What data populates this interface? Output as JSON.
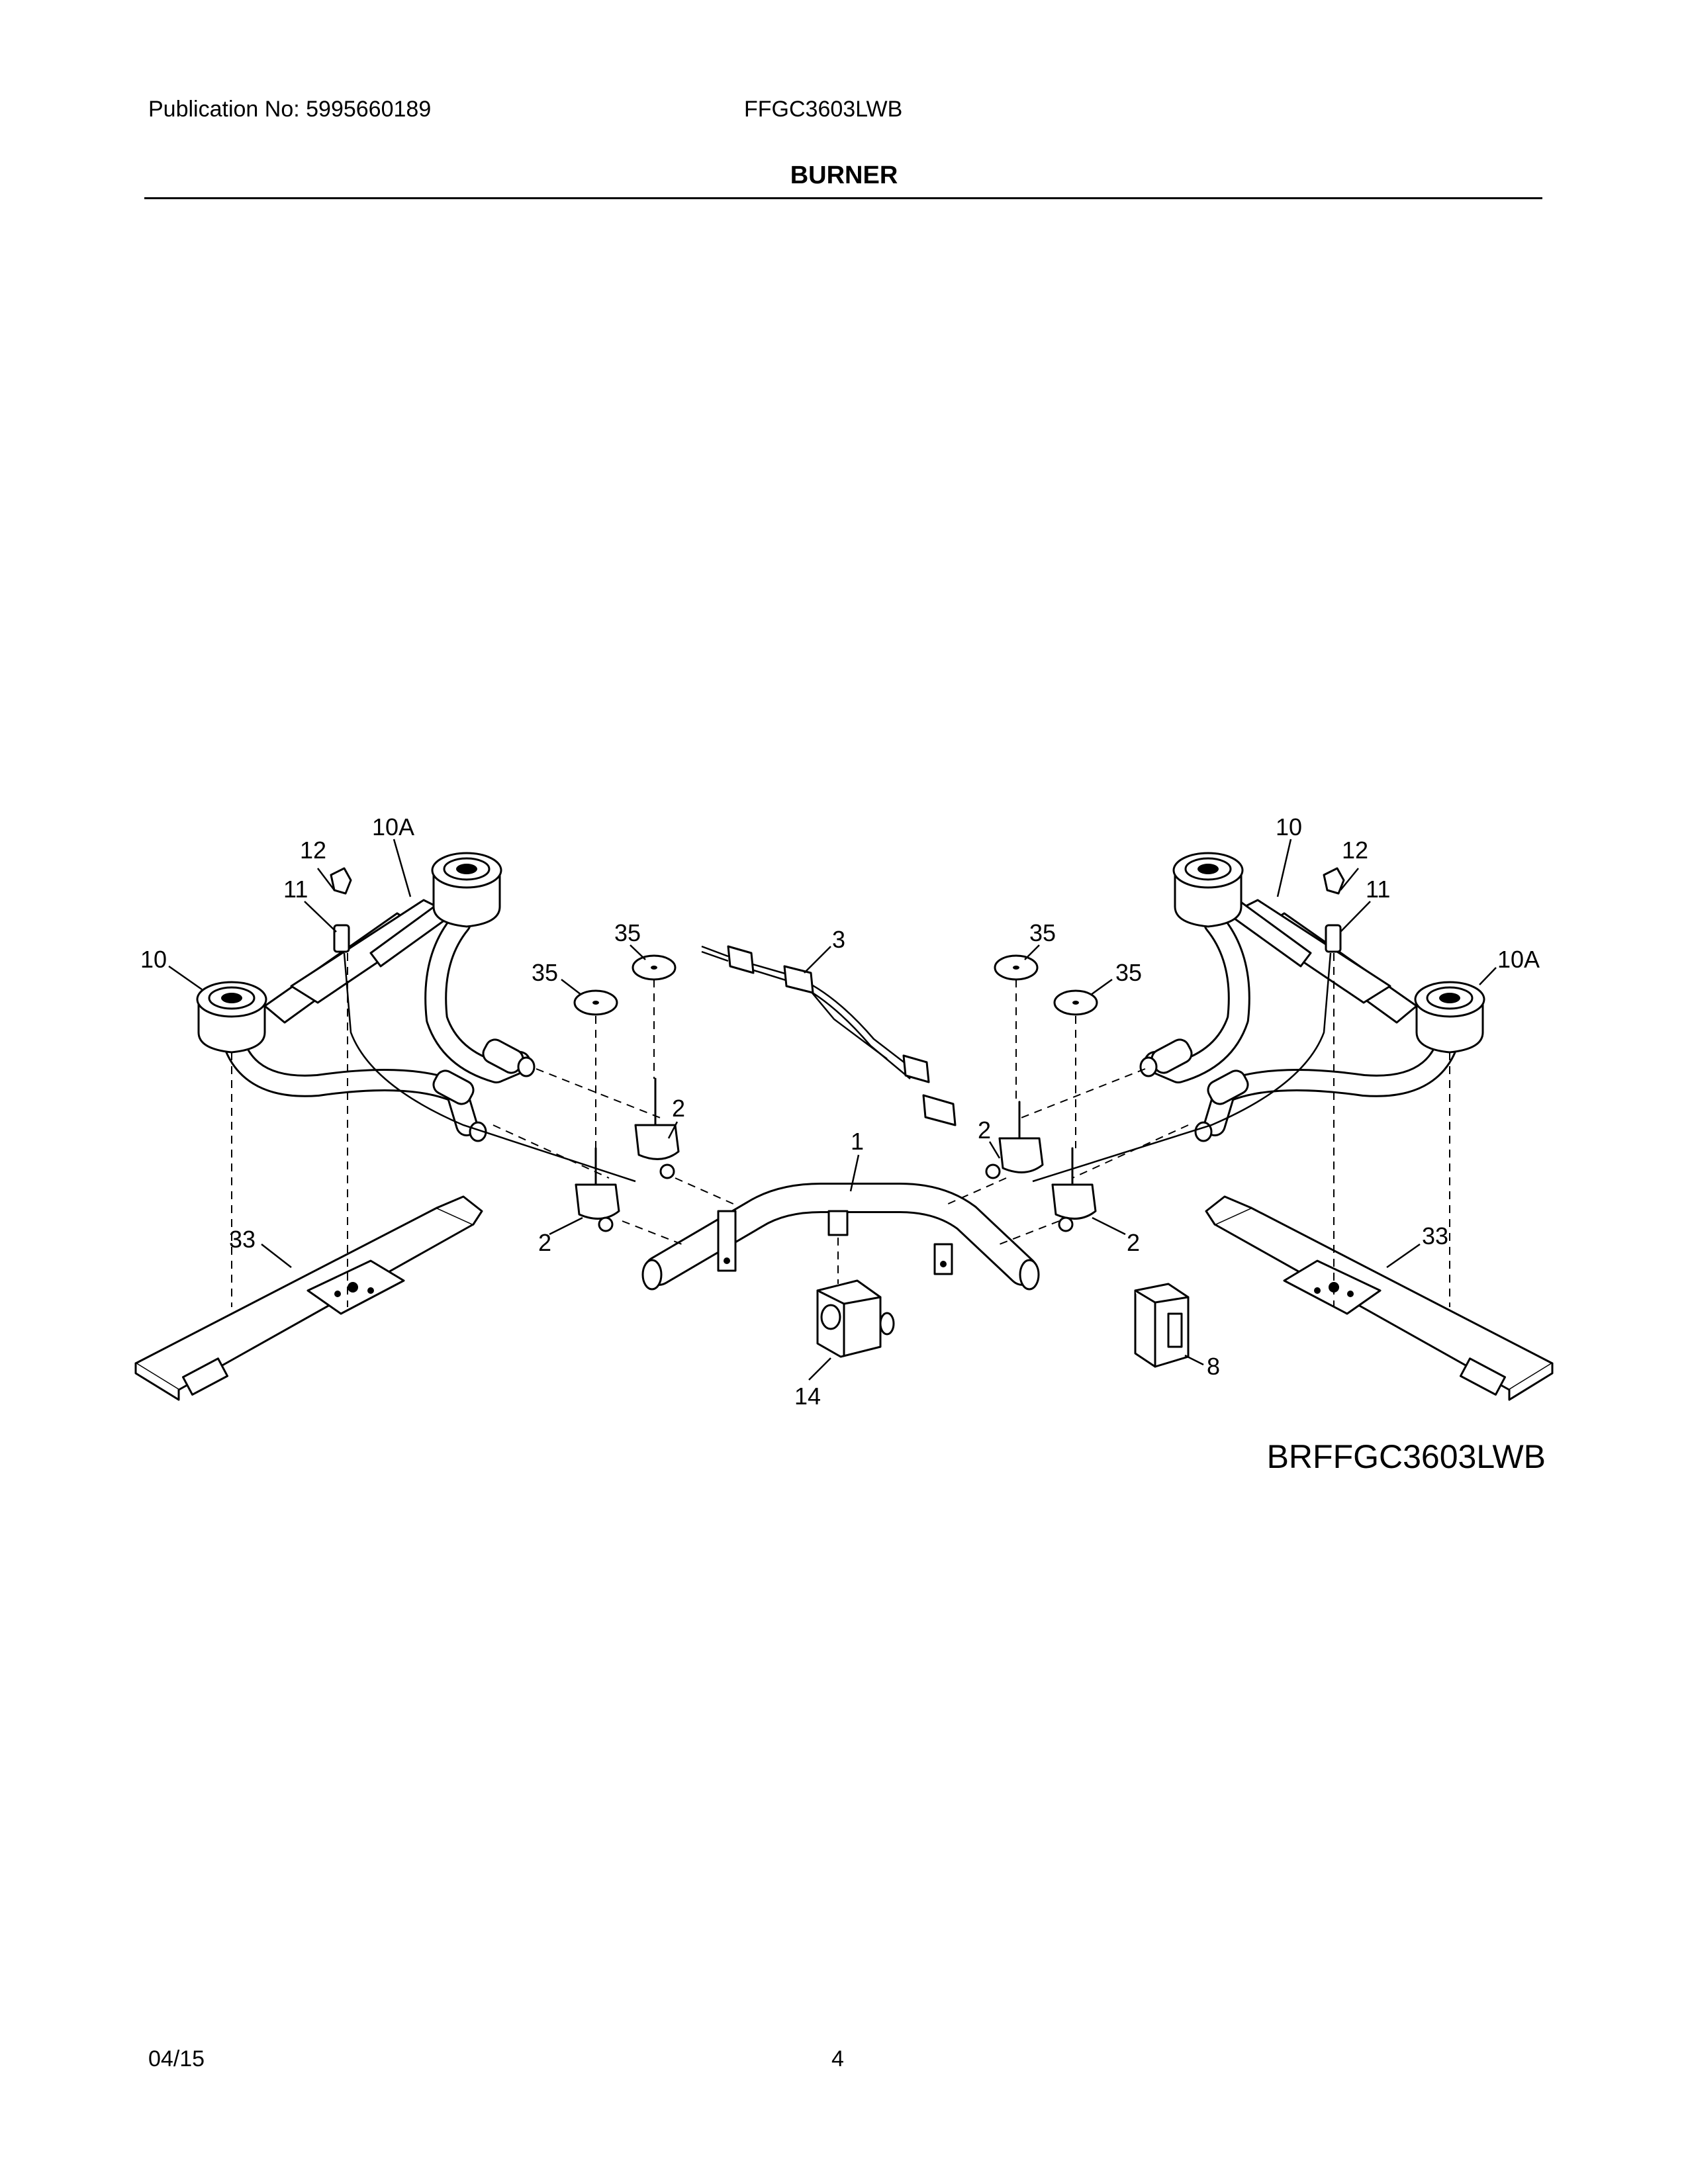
{
  "header": {
    "publication": "Publication No: 5995660189",
    "model": "FFGC3603LWB",
    "section_title": "BURNER"
  },
  "diagram": {
    "code": "BRFFGC3603LWB",
    "callouts": {
      "c_10a_left": "10A",
      "c_12_left": "12",
      "c_11_left": "11",
      "c_10_left": "10",
      "c_35_a": "35",
      "c_35_b": "35",
      "c_3": "3",
      "c_35_c": "35",
      "c_35_d": "35",
      "c_10_right": "10",
      "c_12_right": "12",
      "c_11_right": "11",
      "c_10a_right": "10A",
      "c_2_a": "2",
      "c_2_b": "2",
      "c_1": "1",
      "c_2_c": "2",
      "c_2_d": "2",
      "c_33_left": "33",
      "c_33_right": "33",
      "c_14": "14",
      "c_8": "8"
    }
  },
  "footer": {
    "date": "04/15",
    "page": "4"
  }
}
